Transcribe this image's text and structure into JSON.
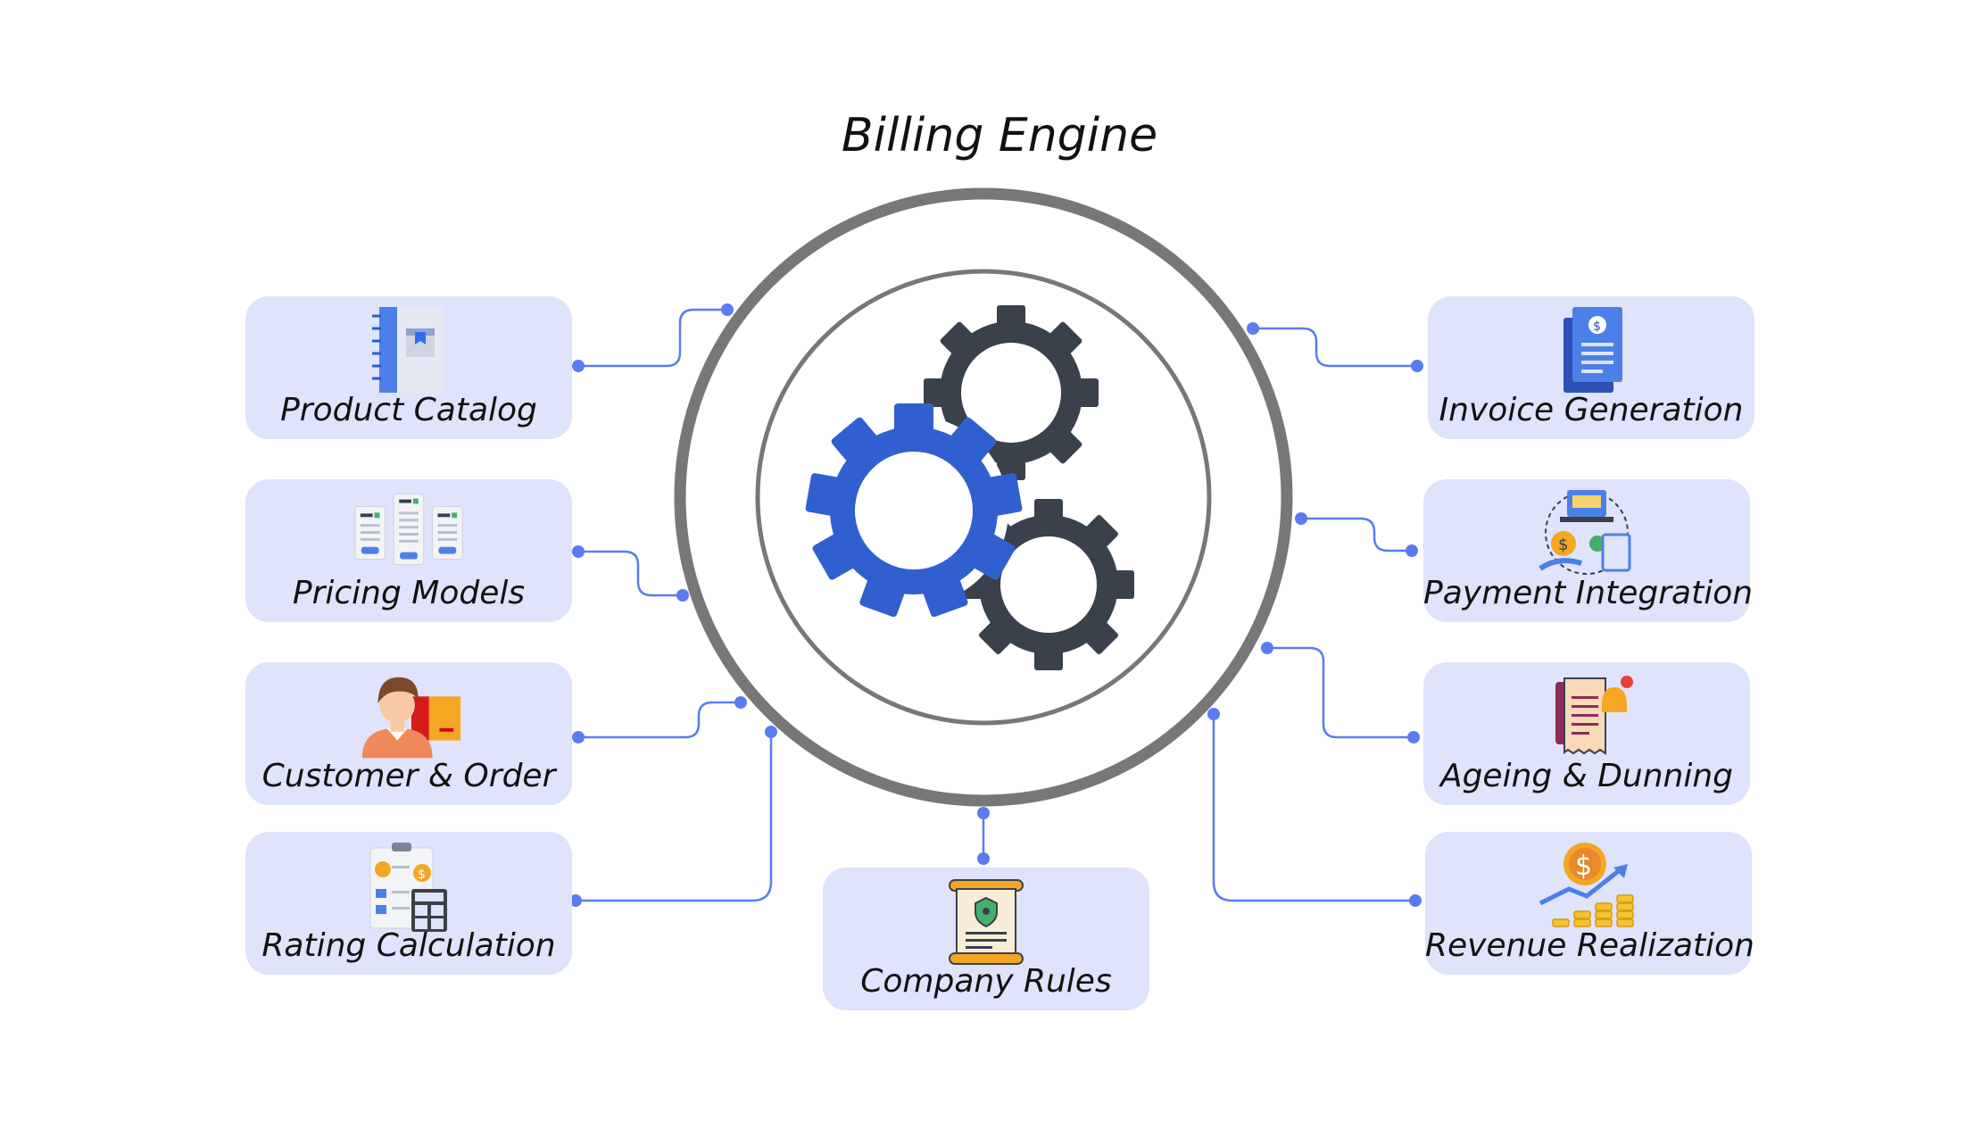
{
  "diagram": {
    "title": "Billing Engine",
    "center_icon": "gears-icon",
    "colors": {
      "card_bg": "#dfe3fb",
      "connector": "#5b7cf0",
      "ring": "#777777",
      "gear_blue": "#3060d0",
      "gear_dark": "#3a414b"
    },
    "left_modules": [
      {
        "label": "Product Catalog",
        "icon": "catalog-book-icon"
      },
      {
        "label": "Pricing Models",
        "icon": "price-tiers-icon"
      },
      {
        "label": "Customer & Order",
        "icon": "customer-order-icon"
      },
      {
        "label": "Rating Calculation",
        "icon": "rating-calculator-icon"
      }
    ],
    "right_modules": [
      {
        "label": "Invoice Generation",
        "icon": "invoice-icon"
      },
      {
        "label": "Payment Integration",
        "icon": "payment-icon"
      },
      {
        "label": "Ageing & Dunning",
        "icon": "dunning-receipt-icon"
      },
      {
        "label": "Revenue Realization",
        "icon": "revenue-growth-icon"
      }
    ],
    "bottom_module": {
      "label": "Company Rules",
      "icon": "rules-scroll-icon"
    }
  }
}
